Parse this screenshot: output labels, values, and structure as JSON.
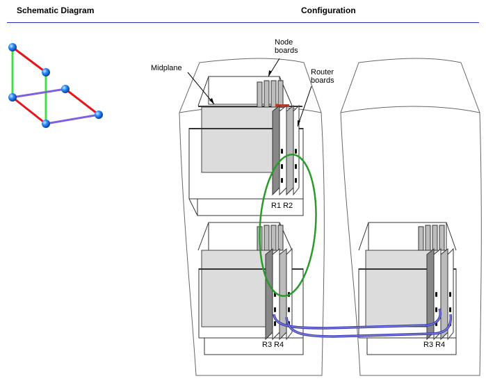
{
  "header": {
    "left_title": "Schematic Diagram",
    "right_title": "Configuration"
  },
  "labels": {
    "midplane": "Midplane",
    "node_boards_line1": "Node",
    "node_boards_line2": "boards",
    "router_boards_line1": "Router",
    "router_boards_line2": "boards",
    "top_left_ports": "R1 R2",
    "bottom_left_ports": "R3 R4",
    "bottom_right_ports": "R3 R4"
  },
  "colors": {
    "rule": "#2a2ab8",
    "red_link": "#e8141a",
    "green_link": "#44dd44",
    "purple_link": "#8060e0",
    "node": "#2a8cff",
    "green_cable": "#2a9a2a",
    "blue_cable": "#3a3ab0"
  }
}
